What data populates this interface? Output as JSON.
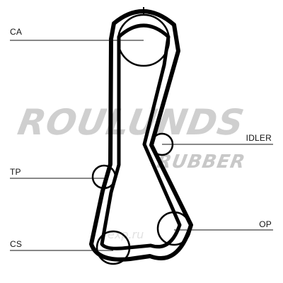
{
  "labels": {
    "ca": "CA",
    "idler": "IDLER",
    "tp": "TP",
    "op": "OP",
    "cs": "CS"
  },
  "watermark": {
    "brand_main": "ROULUNDS",
    "brand_sub": "RUBBER",
    "site": "exp.ru"
  },
  "colors": {
    "belt": "#000000",
    "line": "#111111",
    "watermark": "#cfcfcf"
  }
}
